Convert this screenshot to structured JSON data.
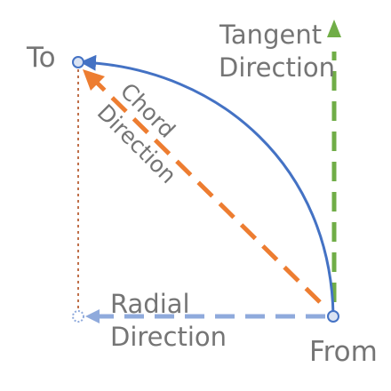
{
  "labels": {
    "to": "To",
    "from": "From",
    "tangent_line1": "Tangent",
    "tangent_line2": "Direction",
    "radial_line1": "Radial",
    "radial_line2": "Direction",
    "chord_line1": "Chord",
    "chord_line2": "Direction"
  },
  "colors": {
    "arc": "#4472c4",
    "chord": "#ed7d31",
    "tangent": "#70ad47",
    "radial": "#8faadc",
    "guide": "#c0704a",
    "label": "#757575",
    "node_fill": "#dae3f3"
  }
}
